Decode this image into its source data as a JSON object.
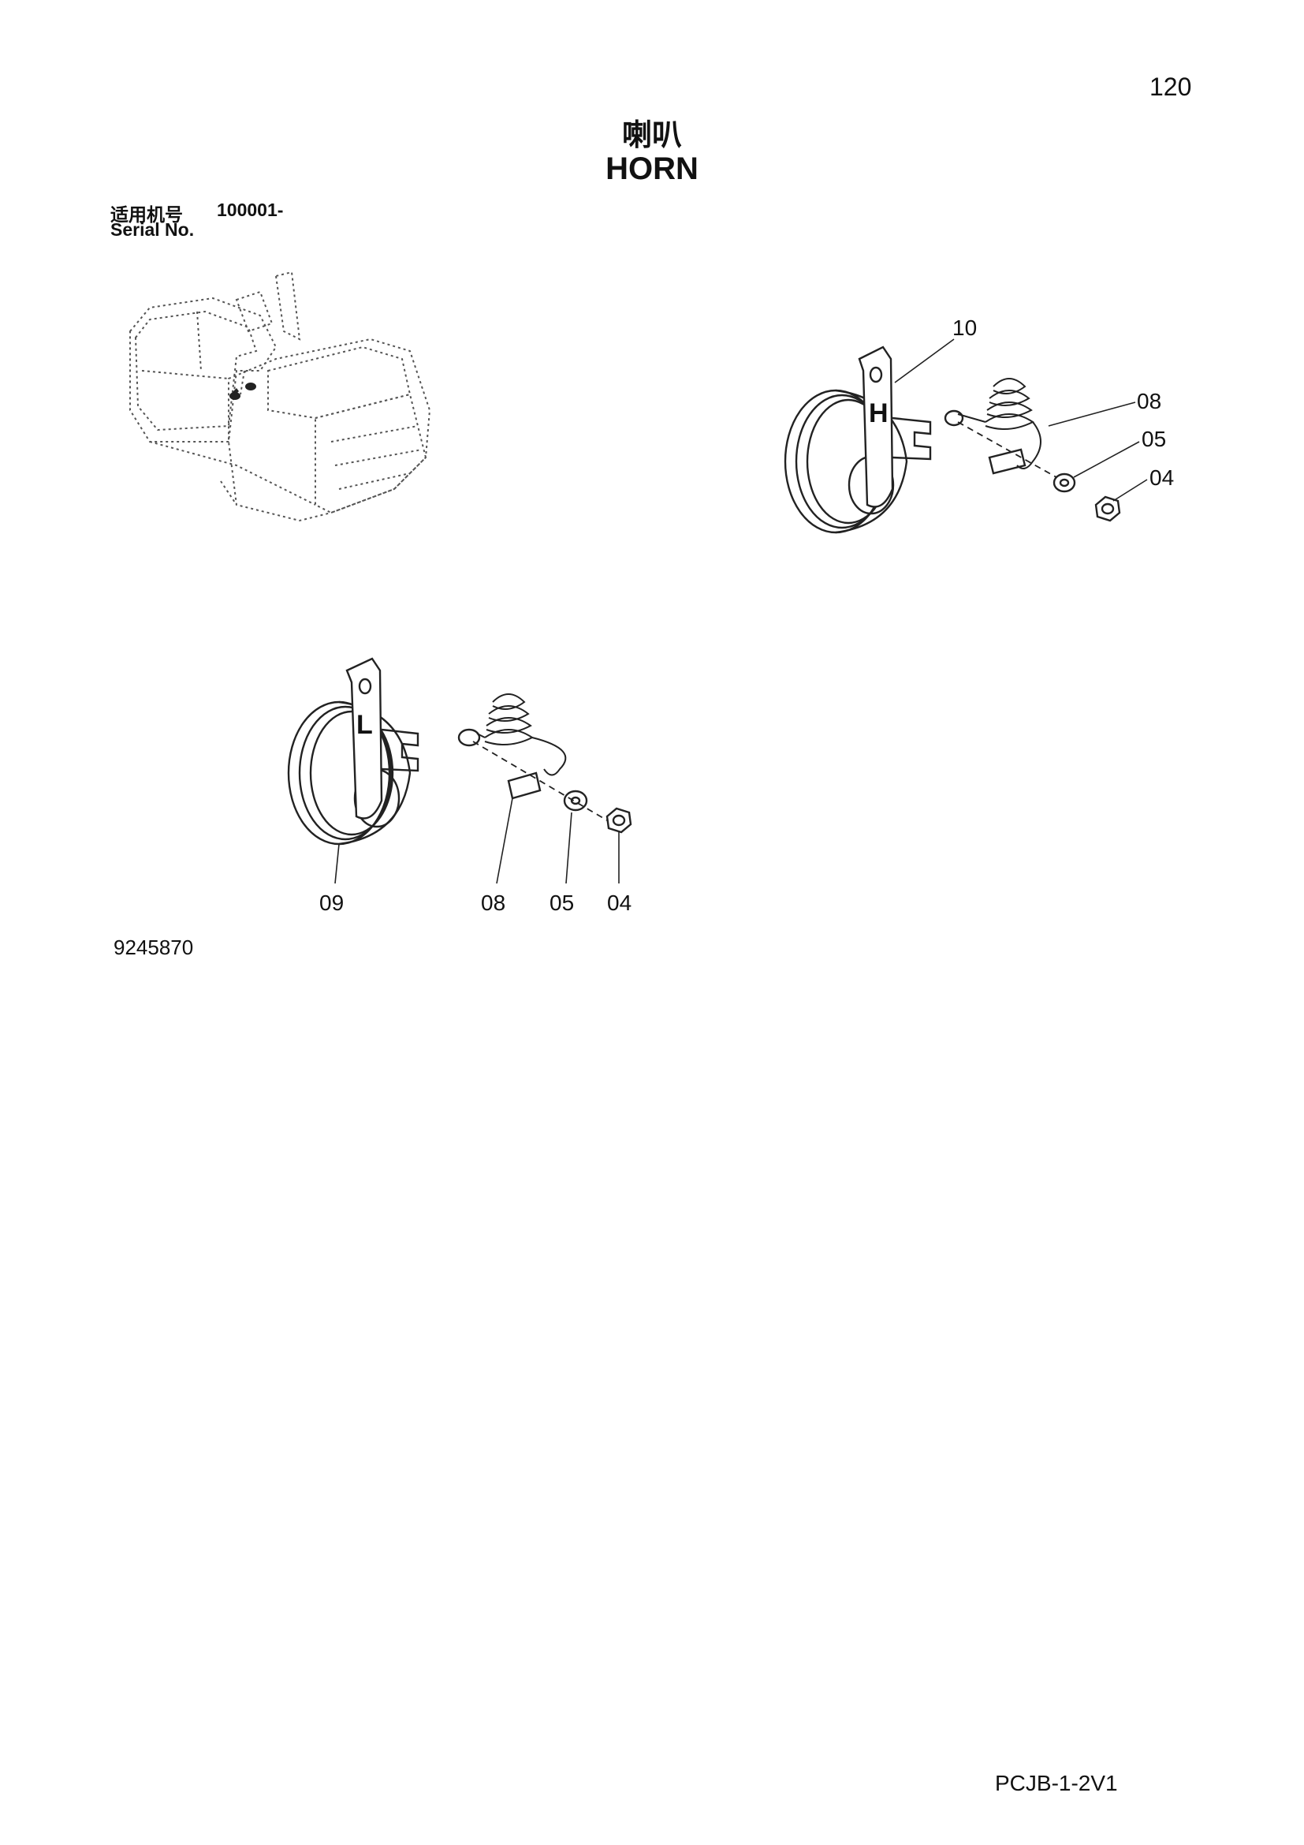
{
  "page": {
    "page_number": "120",
    "title_cn": "喇叭",
    "title_en": "HORN",
    "serial_label_cn": "适用机号",
    "serial_range": "100001-",
    "serial_label_en": "Serial No.",
    "drawing_number": "9245870",
    "page_code": "PCJB-1-2V1"
  },
  "diagram": {
    "high_horn": {
      "plate_letter": "H",
      "callouts": [
        "10",
        "08",
        "05",
        "04"
      ]
    },
    "low_horn": {
      "plate_letter": "L",
      "callouts": [
        "09",
        "08",
        "05",
        "04"
      ]
    }
  }
}
